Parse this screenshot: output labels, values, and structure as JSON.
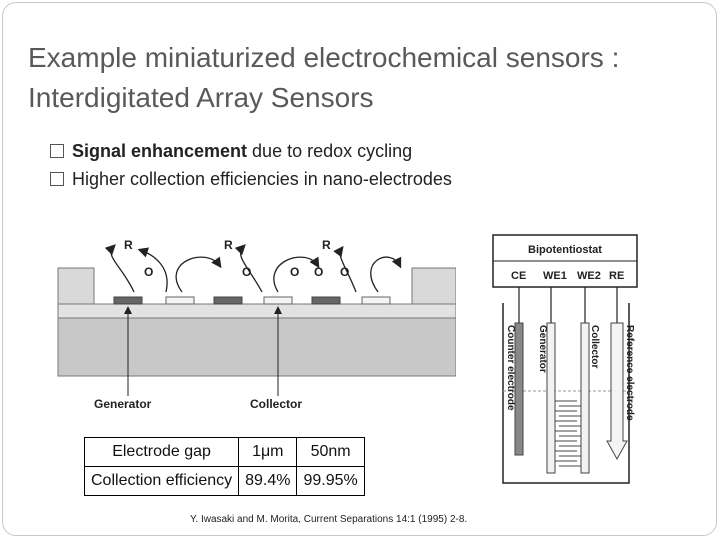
{
  "title_line1": "Example miniaturized electrochemical sensors :",
  "title_line2": "Interdigitated Array Sensors",
  "bullet1": {
    "bold": "Signal enhancement",
    "rest": " due to redox cycling"
  },
  "bullet2": "Higher collection efficiencies in nano-electrodes",
  "left_diagram": {
    "r_labels": [
      "R",
      "R",
      "R"
    ],
    "o_labels": [
      "O",
      "O",
      "O",
      "O",
      "O"
    ],
    "generator": "Generator",
    "collector": "Collector"
  },
  "right_diagram": {
    "instrument": "Bipotentiostat",
    "terminals": [
      "CE",
      "WE1",
      "WE2",
      "RE"
    ],
    "counter": "Counter electrode",
    "generator": "Generator",
    "collector": "Collector",
    "reference": "Reference electrode"
  },
  "table": {
    "headers": [
      "Electrode gap",
      "1μm",
      "50nm"
    ],
    "row": [
      "Collection efficiency",
      "89.4%",
      "99.95%"
    ]
  },
  "reference": "Y. Iwasaki and M. Morita, Current Separations 14:1 (1995) 2-8."
}
